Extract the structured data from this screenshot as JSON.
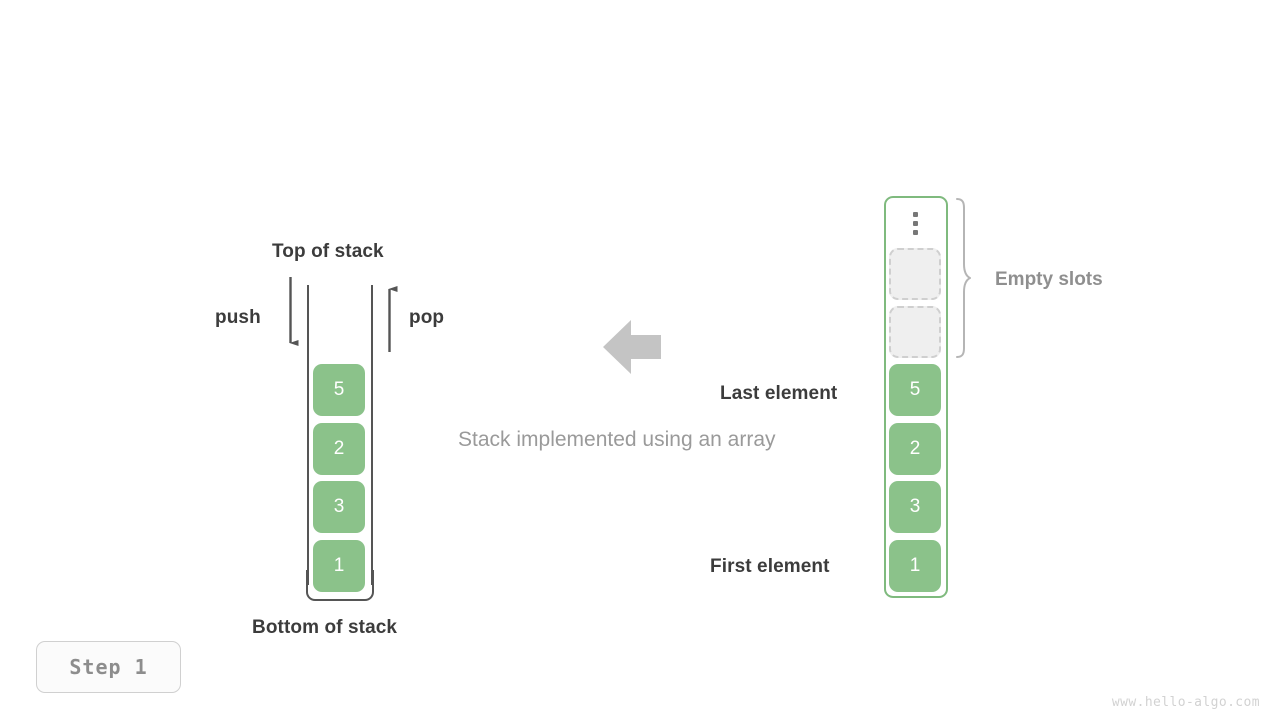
{
  "diagram": {
    "caption": "Stack implemented using an array",
    "step_label": "Step 1",
    "watermark": "www.hello-algo.com",
    "colors": {
      "cell_fill": "#8bc28a",
      "cell_text": "#ffffff",
      "array_border": "#7fba7e",
      "stack_rail": "#555555",
      "empty_fill": "#efefef",
      "empty_border": "#cfcfcf",
      "arrow_gray": "#c4c4c4",
      "label_dark": "#3c3c3c",
      "label_gray": "#8f8f8f"
    }
  },
  "stack_view": {
    "top_label": "Top of stack",
    "bottom_label": "Bottom of stack",
    "push_label": "push",
    "pop_label": "pop",
    "values": [
      "5",
      "2",
      "3",
      "1"
    ]
  },
  "array_view": {
    "ellipsis": "vertical-ellipsis",
    "empty_slots_label": "Empty slots",
    "last_element_label": "Last element",
    "first_element_label": "First element",
    "empty_slot_count": 2,
    "values": [
      "5",
      "2",
      "3",
      "1"
    ]
  }
}
